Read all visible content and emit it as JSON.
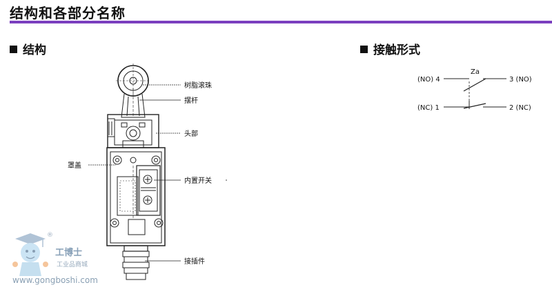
{
  "page_title": "结构和各部分名称",
  "section_structure": "结构",
  "section_contact": "接触形式",
  "parts": {
    "roller": "树脂滚珠",
    "lever": "摆杆",
    "head": "头部",
    "cover": "罩盖",
    "switch": "内置开关",
    "connector": "接插件"
  },
  "contacts": {
    "za": "Za",
    "no4": "(NO) 4",
    "nc1": "(NC) 1",
    "no3": "3 (NO)",
    "nc2": "2 (NC)"
  },
  "watermark": {
    "brand": "工博士",
    "sub": "工业品商城",
    "url": "www.gongboshi.com",
    "reg": "®"
  }
}
